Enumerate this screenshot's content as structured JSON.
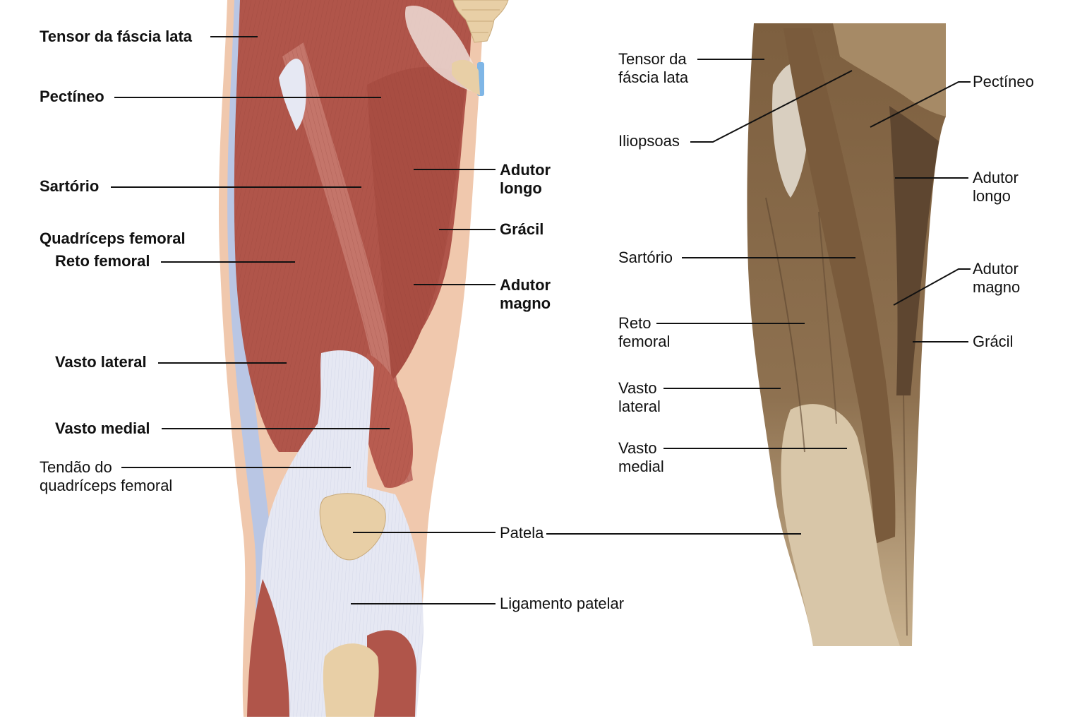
{
  "colors": {
    "muscle": "#b0554a",
    "muscle_light": "#c4756a",
    "tendon": "#e6e8f3",
    "fascia_blue": "#b9c6e4",
    "skin": "#f0c8ad",
    "bone": "#e8cfa6",
    "cadaver": "#8c6e4c",
    "cadaver_dark": "#5e4630",
    "cadaver_light": "#d8c6a8",
    "leader": "#111111"
  },
  "illustration": {
    "labels": {
      "tensor": "Tensor da fáscia lata",
      "pectineo": "Pectíneo",
      "sartorio": "Sartório",
      "quadriceps": "Quadríceps femoral",
      "reto": "Reto femoral",
      "vasto_lateral": "Vasto lateral",
      "vasto_medial": "Vasto medial",
      "tendao": "Tendão do\nquadríceps femoral",
      "adutor_longo": "Adutor\nlongo",
      "gracil": "Grácil",
      "adutor_magno": "Adutor\nmagno",
      "patela": "Patela",
      "ligamento": "Ligamento patelar"
    }
  },
  "photo": {
    "labels": {
      "tensor": "Tensor da\nfáscia lata",
      "iliopsoas": "Iliopsoas",
      "sartorio": "Sartório",
      "reto": "Reto\nfemoral",
      "vasto_lateral": "Vasto\nlateral",
      "vasto_medial": "Vasto\nmedial",
      "pectineo": "Pectíneo",
      "adutor_longo": "Adutor\nlongo",
      "adutor_magno": "Adutor\nmagno",
      "gracil": "Grácil"
    }
  }
}
